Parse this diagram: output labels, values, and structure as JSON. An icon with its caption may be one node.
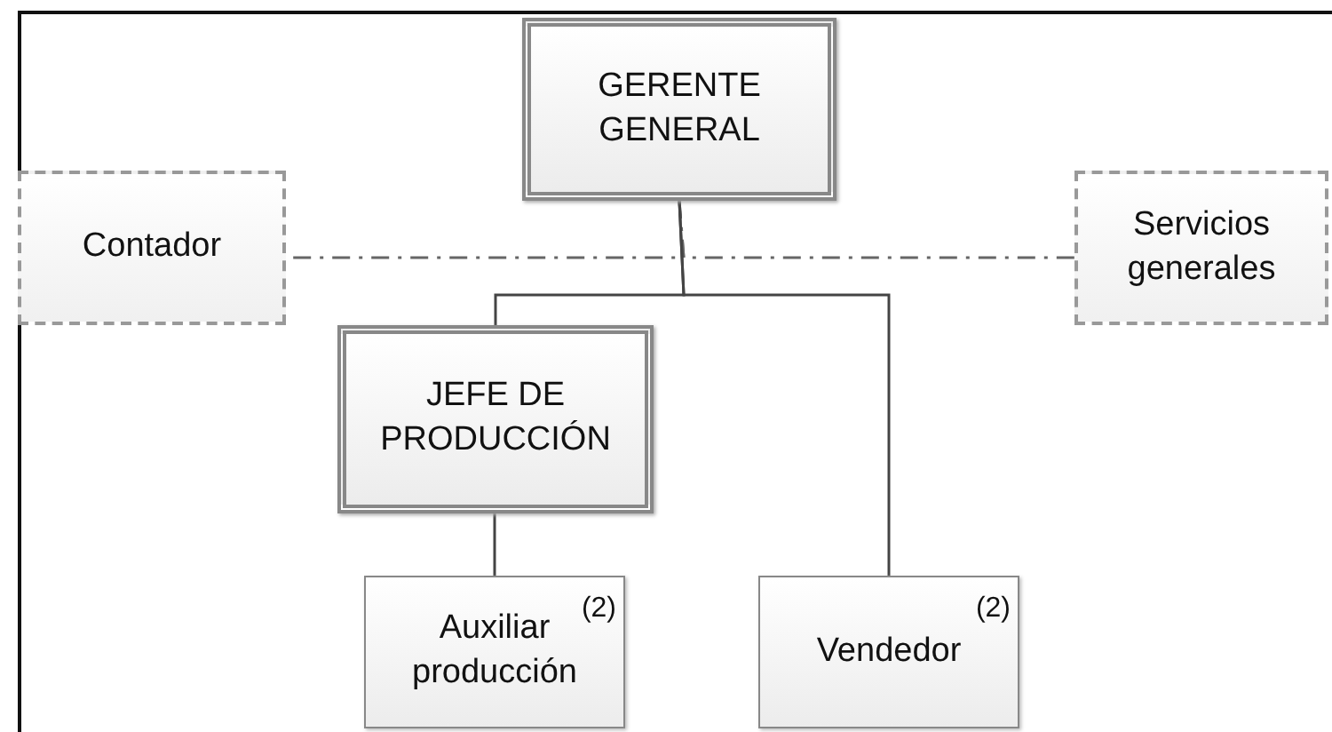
{
  "diagram": {
    "nodes": [
      {
        "text": [
          "GERENTE GENERAL"
        ]
      },
      {
        "text": [
          "Contador"
        ]
      },
      {
        "text": [
          "Servicios generales"
        ]
      },
      {
        "text": [
          "JEFE DE PRODUCCIÓN"
        ]
      },
      {
        "text": [
          "Auxiliar producción",
          "(2)"
        ]
      },
      {
        "text": [
          "Vendedor",
          "(2)"
        ]
      }
    ],
    "edges": [
      {
        "from": 0,
        "to": 1,
        "arrow": "none",
        "style": "dashed"
      },
      {
        "from": 0,
        "to": 2,
        "arrow": "none",
        "style": "dashed"
      },
      {
        "from": 0,
        "to": 3,
        "arrow": "none"
      },
      {
        "from": 0,
        "to": 5,
        "arrow": "none"
      },
      {
        "from": 3,
        "to": 4,
        "arrow": "none"
      }
    ]
  }
}
